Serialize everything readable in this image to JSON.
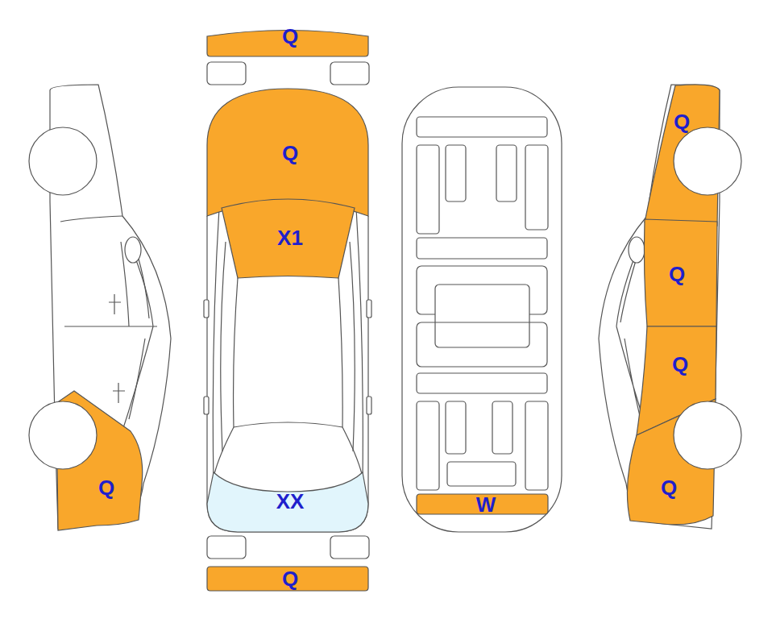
{
  "diagram": {
    "nodes": [
      {
        "text": [
          "Q"
        ]
      },
      {
        "text": [
          "Q"
        ]
      },
      {
        "text": [
          "Q"
        ]
      },
      {
        "text": [
          "X1"
        ]
      },
      {
        "text": [
          "Q"
        ]
      },
      {
        "text": [
          "Q"
        ]
      },
      {
        "text": [
          "Q"
        ]
      },
      {
        "text": [
          "XX"
        ]
      },
      {
        "text": [
          "W"
        ]
      },
      {
        "text": [
          "Q"
        ]
      },
      {
        "text": [
          "Q"
        ]
      }
    ]
  }
}
